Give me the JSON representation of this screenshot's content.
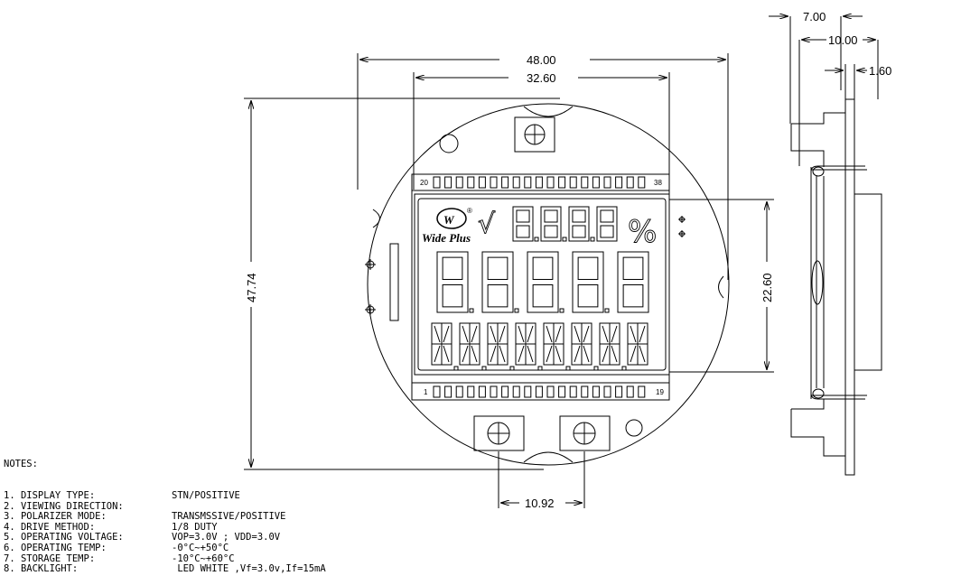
{
  "dimensions": {
    "width_outer": "48.00",
    "width_view": "32.60",
    "height_outer": "47.74",
    "height_view": "22.60",
    "pin_spacing": "10.92",
    "side_a": "7.00",
    "side_b": "10.00",
    "side_c": "1.60"
  },
  "glass": {
    "pin_first_top": "20",
    "pin_last_top": "38",
    "pin_first_bottom": "1",
    "pin_last_bottom": "19",
    "logo_text": "Wide Plus",
    "registered": "®",
    "sqrt_symbol": "√",
    "percent_symbol": "%"
  },
  "notes": {
    "title": "NOTES:",
    "items": [
      {
        "label": "1. DISPLAY TYPE:",
        "value": "STN/POSITIVE"
      },
      {
        "label": "2. VIEWING DIRECTION:",
        "value": ""
      },
      {
        "label": "3. POLARIZER MODE:",
        "value": "TRANSMSSIVE/POSITIVE"
      },
      {
        "label": "4. DRIVE METHOD:",
        "value": "1/8 DUTY"
      },
      {
        "label": "5. OPERATING VOLTAGE:",
        "value": "VOP=3.0V ; VDD=3.0V"
      },
      {
        "label": "6. OPERATING TEMP:",
        "value": "-0°C~+50°C"
      },
      {
        "label": "7. STORAGE TEMP:",
        "value": "-10°C~+60°C"
      },
      {
        "label": "8. BACKLIGHT:",
        "value": " LED WHITE ,Vf=3.0v,If=15mA"
      }
    ]
  }
}
